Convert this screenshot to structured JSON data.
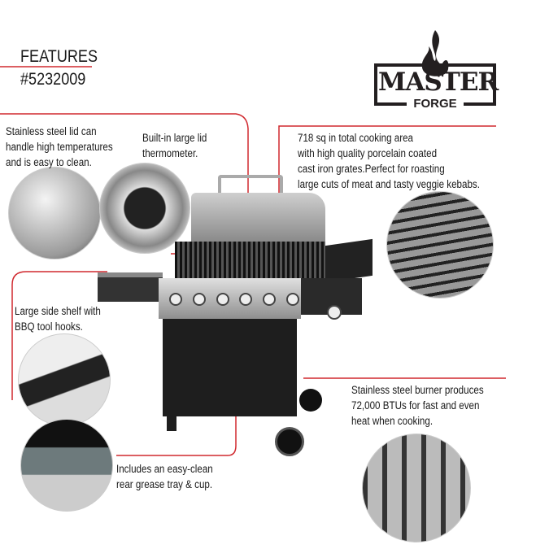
{
  "header": {
    "title": "FEATURES",
    "item_number": "#5232009"
  },
  "logo": {
    "line1": "MASTER",
    "line2": "FORGE"
  },
  "features": {
    "lid": "Stainless steel lid can\nhandle high temperatures\nand is easy to clean.",
    "thermometer": "Built-in large lid\nthermometer.",
    "cooking_area": "718 sq in total cooking area\nwith high quality porcelain coated\ncast iron grates.Perfect for roasting\nlarge cuts of meat and tasty veggie kebabs.",
    "side_shelf": "Large side shelf with\nBBQ tool hooks.",
    "burner": "Stainless steel burner produces\n72,000 BTUs for fast and even\nheat when cooking.",
    "grease_tray": "Includes an easy-clean\nrear grease tray & cup."
  },
  "colors": {
    "accent": "#d0282e",
    "dark": "#231f20"
  }
}
